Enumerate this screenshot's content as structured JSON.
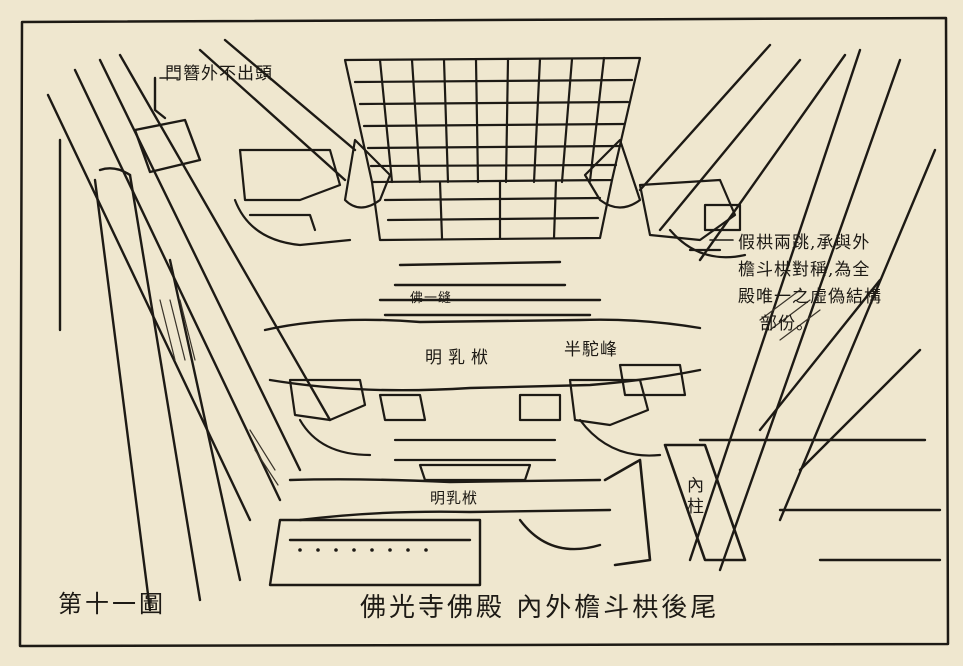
{
  "figure": {
    "number": "第十一圖",
    "caption": "佛光寺佛殿 內外檐斗栱後尾"
  },
  "annotations": {
    "door_bracket": "門簪外不出頭",
    "false_bracket_note": [
      "假栱兩跳,承與外",
      "檐斗栱對稱,為全",
      "殿唯一之虛偽結構",
      "部份。"
    ],
    "upper_beam": "明乳栿",
    "half_tuo_feng": "半駝峰",
    "lower_beam": "明乳栿",
    "inner_column": "內柱",
    "upper_small_label": "佛一缝"
  }
}
